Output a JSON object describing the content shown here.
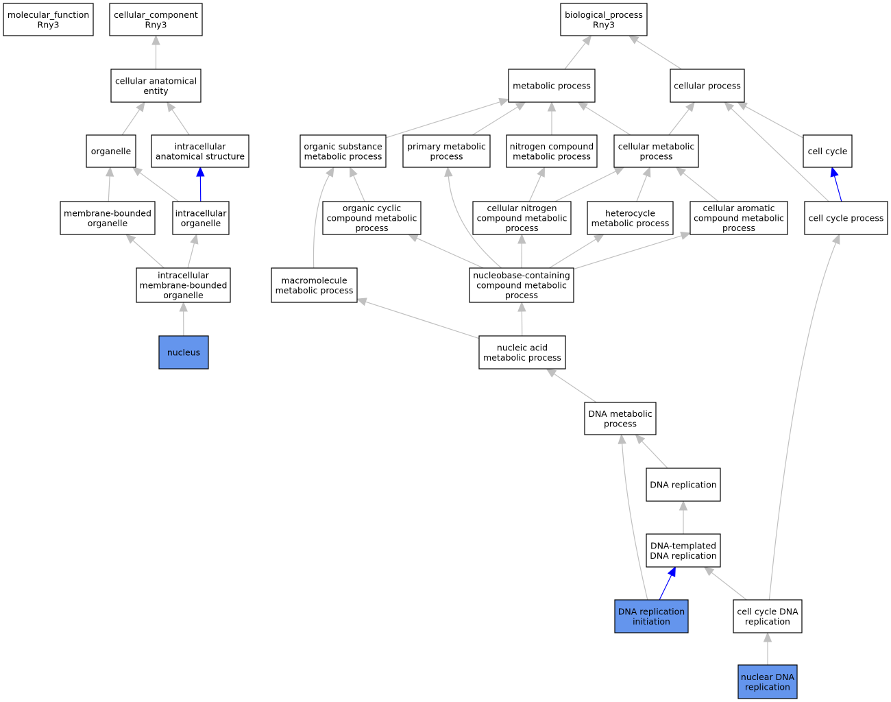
{
  "colors": {
    "node_fill": "#ffffff",
    "highlight_fill": "#6495ed",
    "edge_gray": "#c0c0c0",
    "edge_blue": "#0000ff",
    "border": "#000000"
  },
  "nodes": [
    {
      "id": "mf",
      "lines": [
        "molecular_function",
        "Rny3"
      ],
      "highlight": false
    },
    {
      "id": "cc",
      "lines": [
        "cellular_component",
        "Rny3"
      ],
      "highlight": false
    },
    {
      "id": "bp",
      "lines": [
        "biological_process",
        "Rny3"
      ],
      "highlight": false
    },
    {
      "id": "cae",
      "lines": [
        "cellular anatomical",
        "entity"
      ],
      "highlight": false
    },
    {
      "id": "org",
      "lines": [
        "organelle"
      ],
      "highlight": false
    },
    {
      "id": "ias",
      "lines": [
        "intracellular",
        "anatomical structure"
      ],
      "highlight": false
    },
    {
      "id": "mbo",
      "lines": [
        "membrane-bounded",
        "organelle"
      ],
      "highlight": false
    },
    {
      "id": "io",
      "lines": [
        "intracellular",
        "organelle"
      ],
      "highlight": false
    },
    {
      "id": "imbo",
      "lines": [
        "intracellular",
        "membrane-bounded",
        "organelle"
      ],
      "highlight": false
    },
    {
      "id": "nucleus",
      "lines": [
        "nucleus"
      ],
      "highlight": true
    },
    {
      "id": "mp",
      "lines": [
        "metabolic process"
      ],
      "highlight": false
    },
    {
      "id": "cp",
      "lines": [
        "cellular process"
      ],
      "highlight": false
    },
    {
      "id": "osmp",
      "lines": [
        "organic substance",
        "metabolic process"
      ],
      "highlight": false
    },
    {
      "id": "pmp",
      "lines": [
        "primary metabolic",
        "process"
      ],
      "highlight": false
    },
    {
      "id": "ncmp",
      "lines": [
        "nitrogen compound",
        "metabolic process"
      ],
      "highlight": false
    },
    {
      "id": "cmp",
      "lines": [
        "cellular metabolic",
        "process"
      ],
      "highlight": false
    },
    {
      "id": "cc2",
      "lines": [
        "cell cycle"
      ],
      "highlight": false
    },
    {
      "id": "occmp",
      "lines": [
        "organic cyclic",
        "compound metabolic",
        "process"
      ],
      "highlight": false
    },
    {
      "id": "cncmp",
      "lines": [
        "cellular nitrogen",
        "compound metabolic",
        "process"
      ],
      "highlight": false
    },
    {
      "id": "hmp",
      "lines": [
        "heterocycle",
        "metabolic process"
      ],
      "highlight": false
    },
    {
      "id": "cacmp",
      "lines": [
        "cellular aromatic",
        "compound metabolic",
        "process"
      ],
      "highlight": false
    },
    {
      "id": "ccp",
      "lines": [
        "cell cycle process"
      ],
      "highlight": false
    },
    {
      "id": "macmp",
      "lines": [
        "macromolecule",
        "metabolic process"
      ],
      "highlight": false
    },
    {
      "id": "nbcmp",
      "lines": [
        "nucleobase-containing",
        "compound metabolic",
        "process"
      ],
      "highlight": false
    },
    {
      "id": "namp",
      "lines": [
        "nucleic acid",
        "metabolic process"
      ],
      "highlight": false
    },
    {
      "id": "dmp",
      "lines": [
        "DNA metabolic",
        "process"
      ],
      "highlight": false
    },
    {
      "id": "dr",
      "lines": [
        "DNA replication"
      ],
      "highlight": false
    },
    {
      "id": "dtdr",
      "lines": [
        "DNA-templated",
        "DNA replication"
      ],
      "highlight": false
    },
    {
      "id": "dri",
      "lines": [
        "DNA replication",
        "initiation"
      ],
      "highlight": true
    },
    {
      "id": "ccdr",
      "lines": [
        "cell cycle DNA",
        "replication"
      ],
      "highlight": false
    },
    {
      "id": "ndr",
      "lines": [
        "nuclear DNA",
        "replication"
      ],
      "highlight": true
    }
  ],
  "edges": [
    {
      "from": "cae",
      "to": "cc",
      "type": "is_a"
    },
    {
      "from": "org",
      "to": "cae",
      "type": "is_a"
    },
    {
      "from": "ias",
      "to": "cae",
      "type": "is_a"
    },
    {
      "from": "mbo",
      "to": "org",
      "type": "is_a"
    },
    {
      "from": "io",
      "to": "org",
      "type": "is_a"
    },
    {
      "from": "io",
      "to": "ias",
      "type": "part_of"
    },
    {
      "from": "imbo",
      "to": "mbo",
      "type": "is_a"
    },
    {
      "from": "imbo",
      "to": "io",
      "type": "is_a"
    },
    {
      "from": "nucleus",
      "to": "imbo",
      "type": "is_a"
    },
    {
      "from": "mp",
      "to": "bp",
      "type": "is_a"
    },
    {
      "from": "cp",
      "to": "bp",
      "type": "is_a"
    },
    {
      "from": "osmp",
      "to": "mp",
      "type": "is_a"
    },
    {
      "from": "pmp",
      "to": "mp",
      "type": "is_a"
    },
    {
      "from": "ncmp",
      "to": "mp",
      "type": "is_a"
    },
    {
      "from": "cmp",
      "to": "mp",
      "type": "is_a"
    },
    {
      "from": "cmp",
      "to": "cp",
      "type": "is_a"
    },
    {
      "from": "cc2",
      "to": "cp",
      "type": "is_a"
    },
    {
      "from": "ccp",
      "to": "cp",
      "type": "is_a"
    },
    {
      "from": "ccp",
      "to": "cc2",
      "type": "part_of"
    },
    {
      "from": "occmp",
      "to": "osmp",
      "type": "is_a"
    },
    {
      "from": "cncmp",
      "to": "ncmp",
      "type": "is_a"
    },
    {
      "from": "cncmp",
      "to": "cmp",
      "type": "is_a"
    },
    {
      "from": "hmp",
      "to": "cmp",
      "type": "is_a"
    },
    {
      "from": "cacmp",
      "to": "cmp",
      "type": "is_a"
    },
    {
      "from": "macmp",
      "to": "osmp",
      "type": "is_a"
    },
    {
      "from": "nbcmp",
      "to": "occmp",
      "type": "is_a"
    },
    {
      "from": "nbcmp",
      "to": "pmp",
      "type": "is_a"
    },
    {
      "from": "nbcmp",
      "to": "cncmp",
      "type": "is_a"
    },
    {
      "from": "nbcmp",
      "to": "hmp",
      "type": "is_a"
    },
    {
      "from": "nbcmp",
      "to": "cacmp",
      "type": "is_a"
    },
    {
      "from": "namp",
      "to": "macmp",
      "type": "is_a"
    },
    {
      "from": "namp",
      "to": "nbcmp",
      "type": "is_a"
    },
    {
      "from": "dmp",
      "to": "namp",
      "type": "is_a"
    },
    {
      "from": "dr",
      "to": "dmp",
      "type": "is_a"
    },
    {
      "from": "dtdr",
      "to": "dr",
      "type": "is_a"
    },
    {
      "from": "dri",
      "to": "dmp",
      "type": "is_a"
    },
    {
      "from": "dri",
      "to": "dtdr",
      "type": "part_of"
    },
    {
      "from": "ccdr",
      "to": "dtdr",
      "type": "is_a"
    },
    {
      "from": "ccdr",
      "to": "ccp",
      "type": "is_a"
    },
    {
      "from": "ndr",
      "to": "ccdr",
      "type": "is_a"
    }
  ]
}
